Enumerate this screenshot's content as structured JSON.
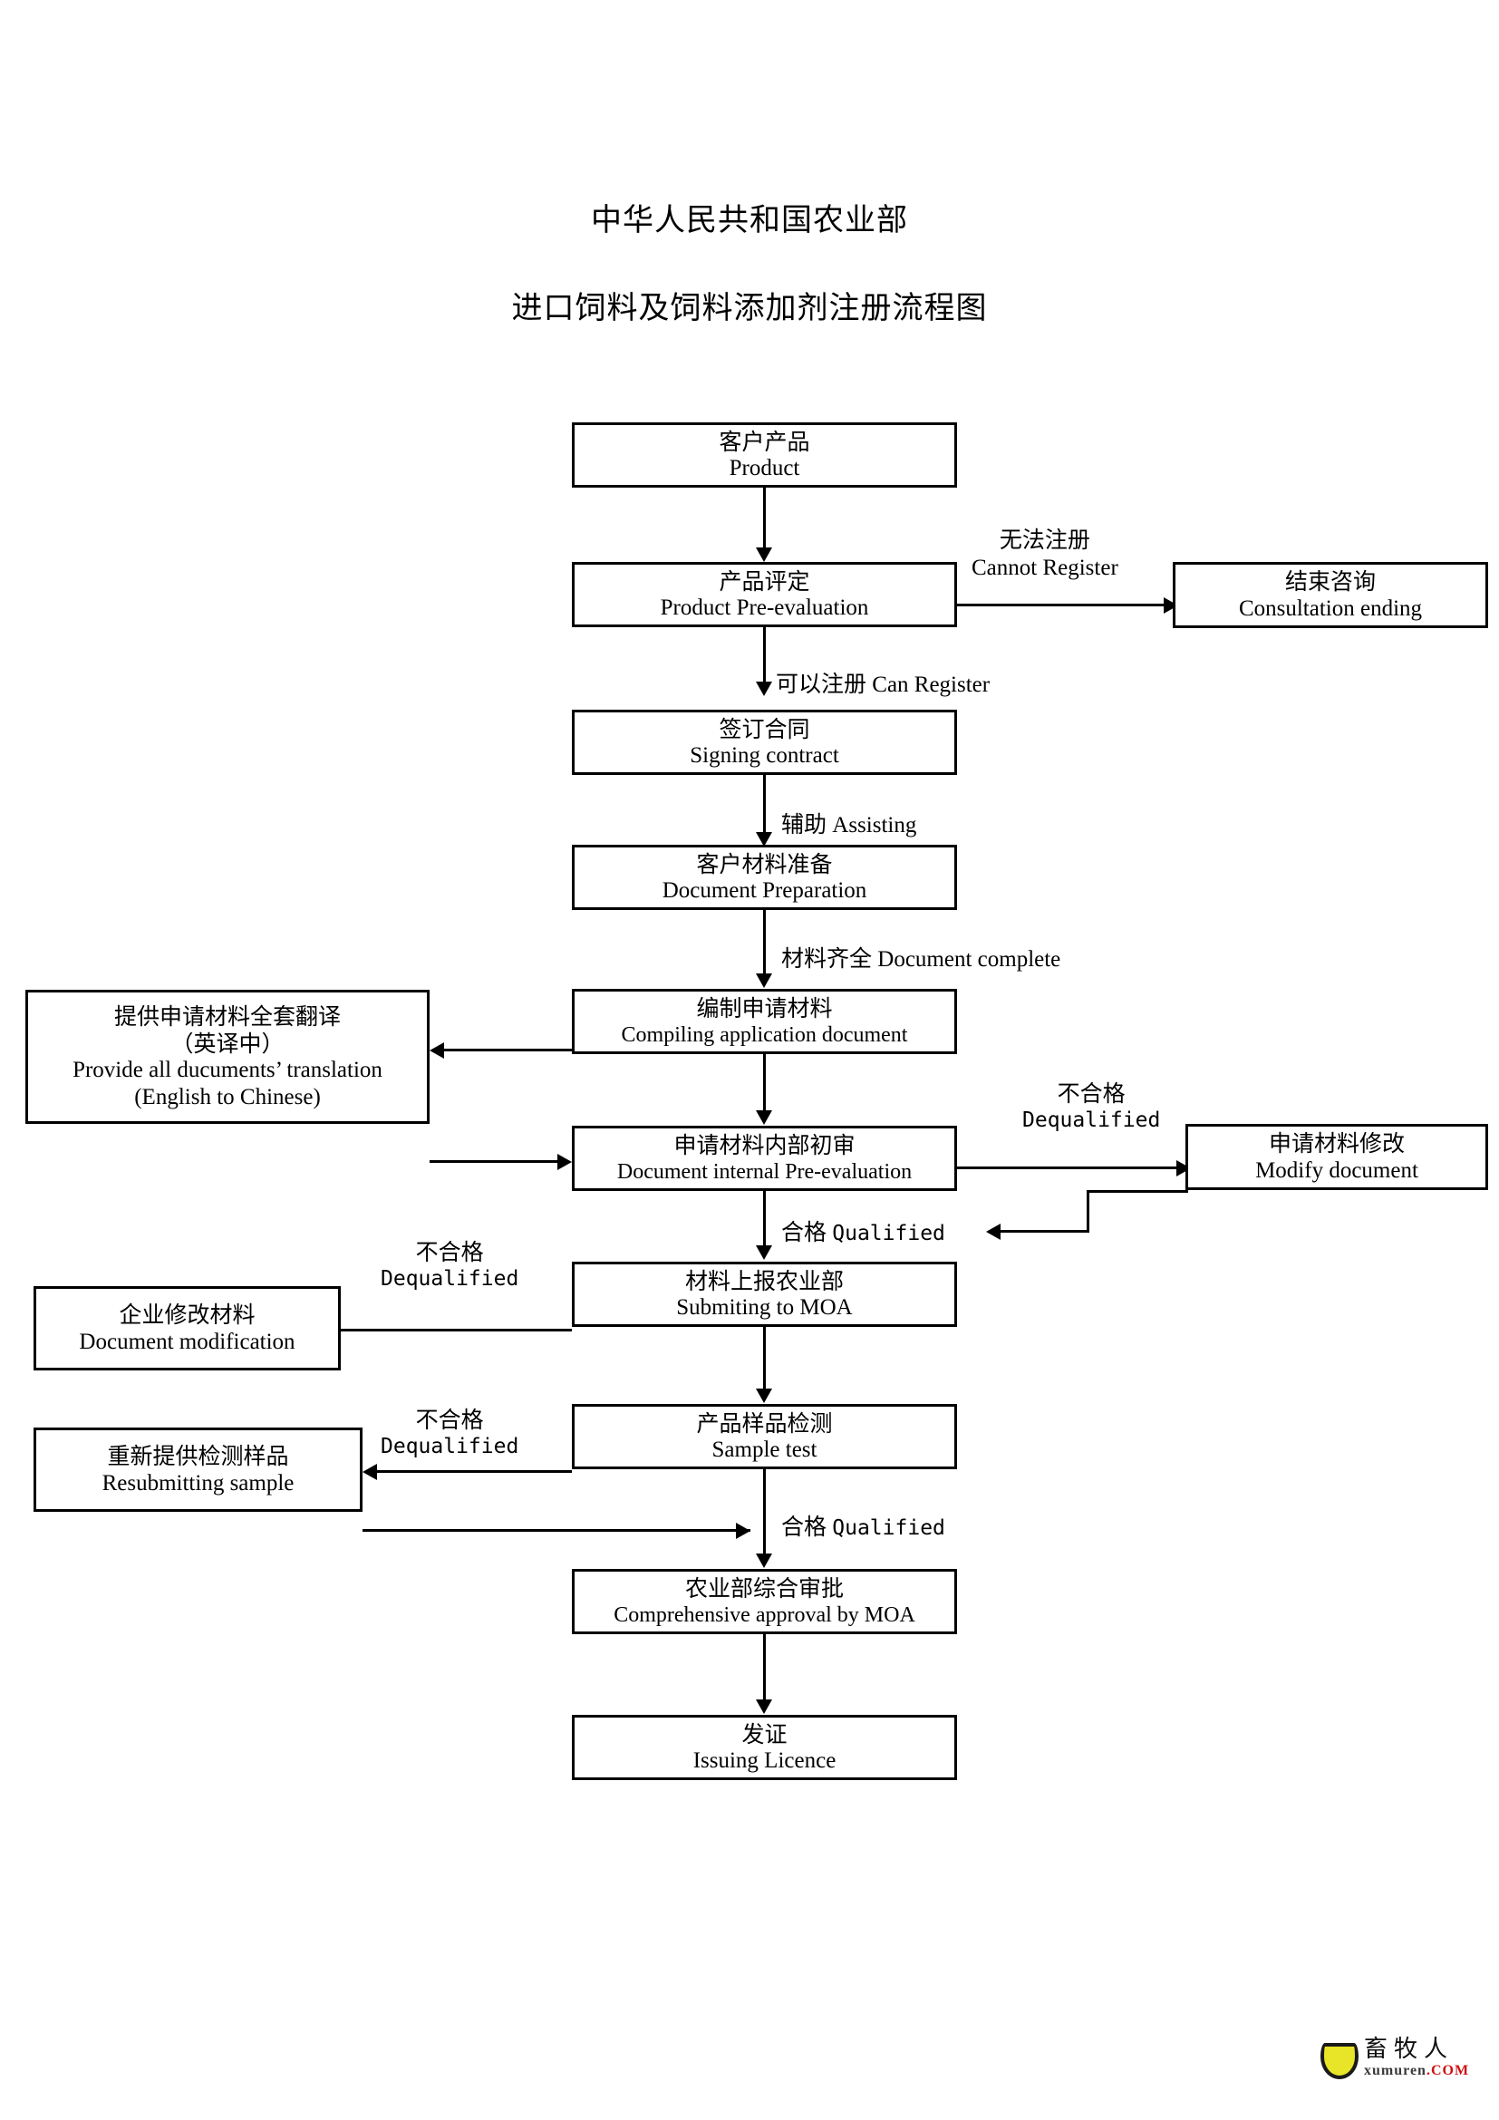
{
  "document": {
    "title_line_1": "中华人民共和国农业部",
    "title_line_2": "进口饲料及饲料添加剂注册流程图"
  },
  "nodes": {
    "product": {
      "cn": "客户产品",
      "en": "Product"
    },
    "pre_evaluation": {
      "cn": "产品评定",
      "en": "Product    Pre-evaluation"
    },
    "consultation_end": {
      "cn": "结束咨询",
      "en": "Consultation ending"
    },
    "signing_contract": {
      "cn": "签订合同",
      "en": "Signing contract"
    },
    "doc_preparation": {
      "cn": "客户材料准备",
      "en": "Document Preparation"
    },
    "compiling_doc": {
      "cn": "编制申请材料",
      "en": "Compiling application document"
    },
    "translation": {
      "cn_1": "提供申请材料全套翻译",
      "cn_2": "（英译中）",
      "en_1": "Provide all ducuments’ translation",
      "en_2": "(English to Chinese)"
    },
    "internal_pre_eval": {
      "cn": "申请材料内部初审",
      "en": "Document internal Pre-evaluation"
    },
    "modify_document": {
      "cn": "申请材料修改",
      "en": "Modify document"
    },
    "submit_moa": {
      "cn": "材料上报农业部",
      "en": "Submiting to MOA"
    },
    "doc_modification": {
      "cn": "企业修改材料",
      "en": "Document modification"
    },
    "sample_test": {
      "cn": "产品样品检测",
      "en": "Sample test"
    },
    "resubmit_sample": {
      "cn": "重新提供检测样品",
      "en": "Resubmitting sample"
    },
    "comprehensive_appr": {
      "cn": "农业部综合审批",
      "en": "Comprehensive approval by MOA"
    },
    "issuing_licence": {
      "cn": "发证",
      "en": "Issuing Licence"
    }
  },
  "edge_labels": {
    "cannot_register": {
      "cn": "无法注册",
      "en": "Cannot Register"
    },
    "can_register": {
      "cn": "可以注册",
      "en": "Can Register"
    },
    "assisting": {
      "cn": "辅助",
      "en": "Assisting"
    },
    "document_complete": {
      "cn": "材料齐全",
      "en": "Document complete"
    },
    "dequalified_1": {
      "cn": "不合格",
      "en": "Dequalified"
    },
    "qualified_1": {
      "cn": "合格",
      "en": "Qualified"
    },
    "dequalified_2": {
      "cn": "不合格",
      "en": "Dequalified"
    },
    "dequalified_3": {
      "cn": "不合格",
      "en": "Dequalified"
    },
    "qualified_2": {
      "cn": "合格",
      "en": "Qualified"
    }
  },
  "watermark": {
    "brand_cn": "畜牧人",
    "brand_en": "xumuren",
    "brand_tld": ".COM",
    "heart_color": "#e8e427",
    "tld_color": "#d01111"
  }
}
